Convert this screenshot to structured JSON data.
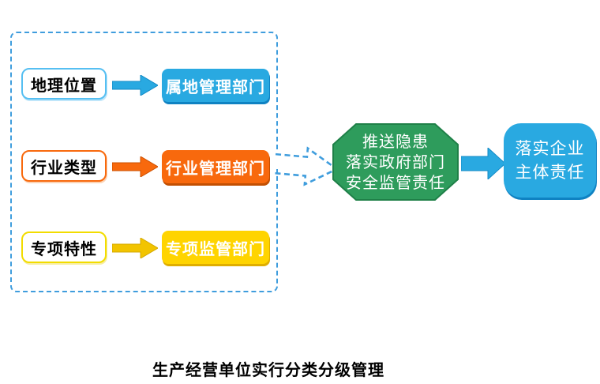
{
  "page": {
    "background": "#ffffff",
    "caption": "生产经营单位实行分类分级管理"
  },
  "classification_panel": {
    "rows": [
      {
        "factor": "地理位置",
        "department": "属地管理部门",
        "color": "#29a9e1",
        "factor_border_color": "#56bff2",
        "arrow_color": "#29a9e1"
      },
      {
        "factor": "行业类型",
        "department": "行业管理部门",
        "color": "#f8690d",
        "factor_border_color": "#f8690d",
        "arrow_color": "#f8690d"
      },
      {
        "factor": "专项特性",
        "department": "专项监管部门",
        "color": "#ffd400",
        "factor_border_color": "#f2dc00",
        "arrow_color": "#f2c400"
      }
    ],
    "frame_border_color": "#3f9ddd"
  },
  "process": {
    "dashed_arrow_color": "#3f9ddd",
    "octagon": {
      "line1": "推送隐患",
      "line2": "落实政府部门",
      "line3": "安全监管责任",
      "color": "#2e9c5c"
    },
    "result_arrow_color": "#29a9e1",
    "result_box": {
      "line1": "落实企业",
      "line2": "主体责任",
      "color": "#29a9e1"
    }
  }
}
